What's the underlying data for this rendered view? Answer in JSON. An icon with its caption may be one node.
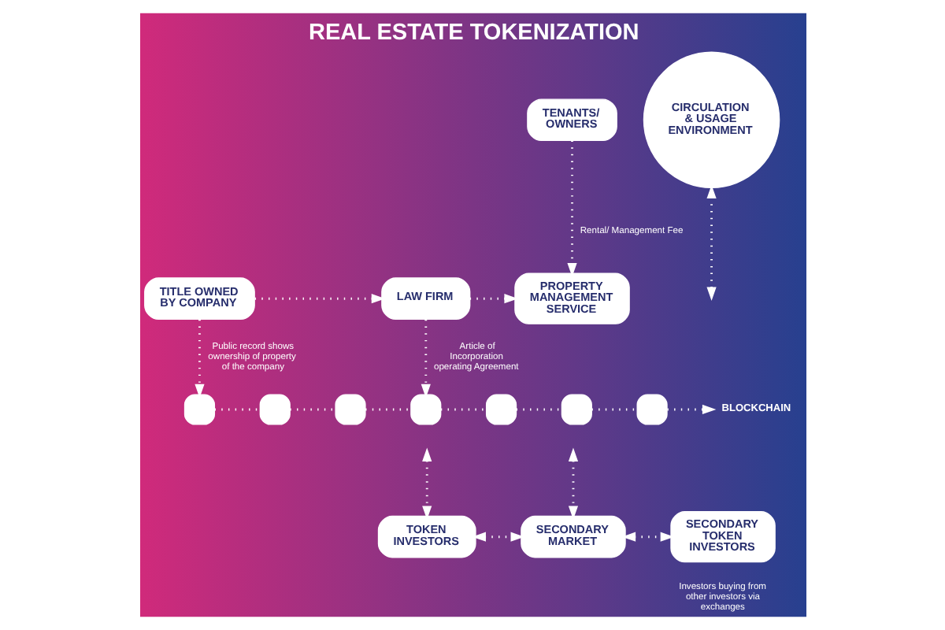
{
  "diagram": {
    "title": "REAL ESTATE TOKENIZATION",
    "nodes": [
      {
        "text": [
          "TENANTS/ OWNERS"
        ]
      },
      {
        "text": [
          "TITLE OWNED BY COMPANY"
        ]
      },
      {
        "text": [
          "LAW FIRM"
        ]
      },
      {
        "text": [
          "PROPERTY MANAGEMENT SERVICE"
        ]
      },
      {
        "text": [
          "CIRCULATION & USAGE ENVIRONMENT"
        ]
      },
      {
        "text": [],
        "shape": "box"
      },
      {
        "text": [],
        "shape": "box"
      },
      {
        "text": [],
        "shape": "box"
      },
      {
        "text": [],
        "shape": "box"
      },
      {
        "text": [],
        "shape": "box"
      },
      {
        "text": [],
        "shape": "box"
      },
      {
        "text": [],
        "shape": "box"
      },
      {
        "text": [
          "BLOCKCHAIN"
        ]
      },
      {
        "text": [
          "TOKEN INVESTORS"
        ]
      },
      {
        "text": [
          "SECONDARY MARKET"
        ]
      },
      {
        "text": [
          "SECONDARY TOKEN INVESTORS"
        ],
        "beside": [
          "Investors buying from other investors via exchanges"
        ]
      }
    ],
    "edges": [
      {
        "from": 1,
        "to": 2,
        "arrow": "to"
      },
      {
        "from": 2,
        "to": 3,
        "arrow": "to"
      },
      {
        "from": 0,
        "to": 3,
        "arrow": "to",
        "label": "Rental/ Management Fee"
      },
      {
        "from": 1,
        "to": 5,
        "arrow": "to",
        "label": "Public record shows ownership of property of the company"
      },
      {
        "from": 2,
        "to": 8,
        "arrow": "to",
        "label": "Article of Incorporation operating Agreement"
      },
      {
        "from": 5,
        "to": 6,
        "arrow": "none"
      },
      {
        "from": 6,
        "to": 7,
        "arrow": "none"
      },
      {
        "from": 7,
        "to": 8,
        "arrow": "none"
      },
      {
        "from": 8,
        "to": 9,
        "arrow": "none"
      },
      {
        "from": 9,
        "to": 10,
        "arrow": "none"
      },
      {
        "from": 10,
        "to": 11,
        "arrow": "none"
      },
      {
        "from": 11,
        "to": 12,
        "arrow": "to"
      },
      {
        "from": 4,
        "to": null,
        "arrow": "both"
      },
      {
        "from": null,
        "to": 13,
        "arrow": "both"
      },
      {
        "from": null,
        "to": 14,
        "arrow": "both"
      },
      {
        "from": 13,
        "to": 14,
        "arrow": "both"
      },
      {
        "from": 14,
        "to": 15,
        "arrow": "both"
      }
    ]
  }
}
